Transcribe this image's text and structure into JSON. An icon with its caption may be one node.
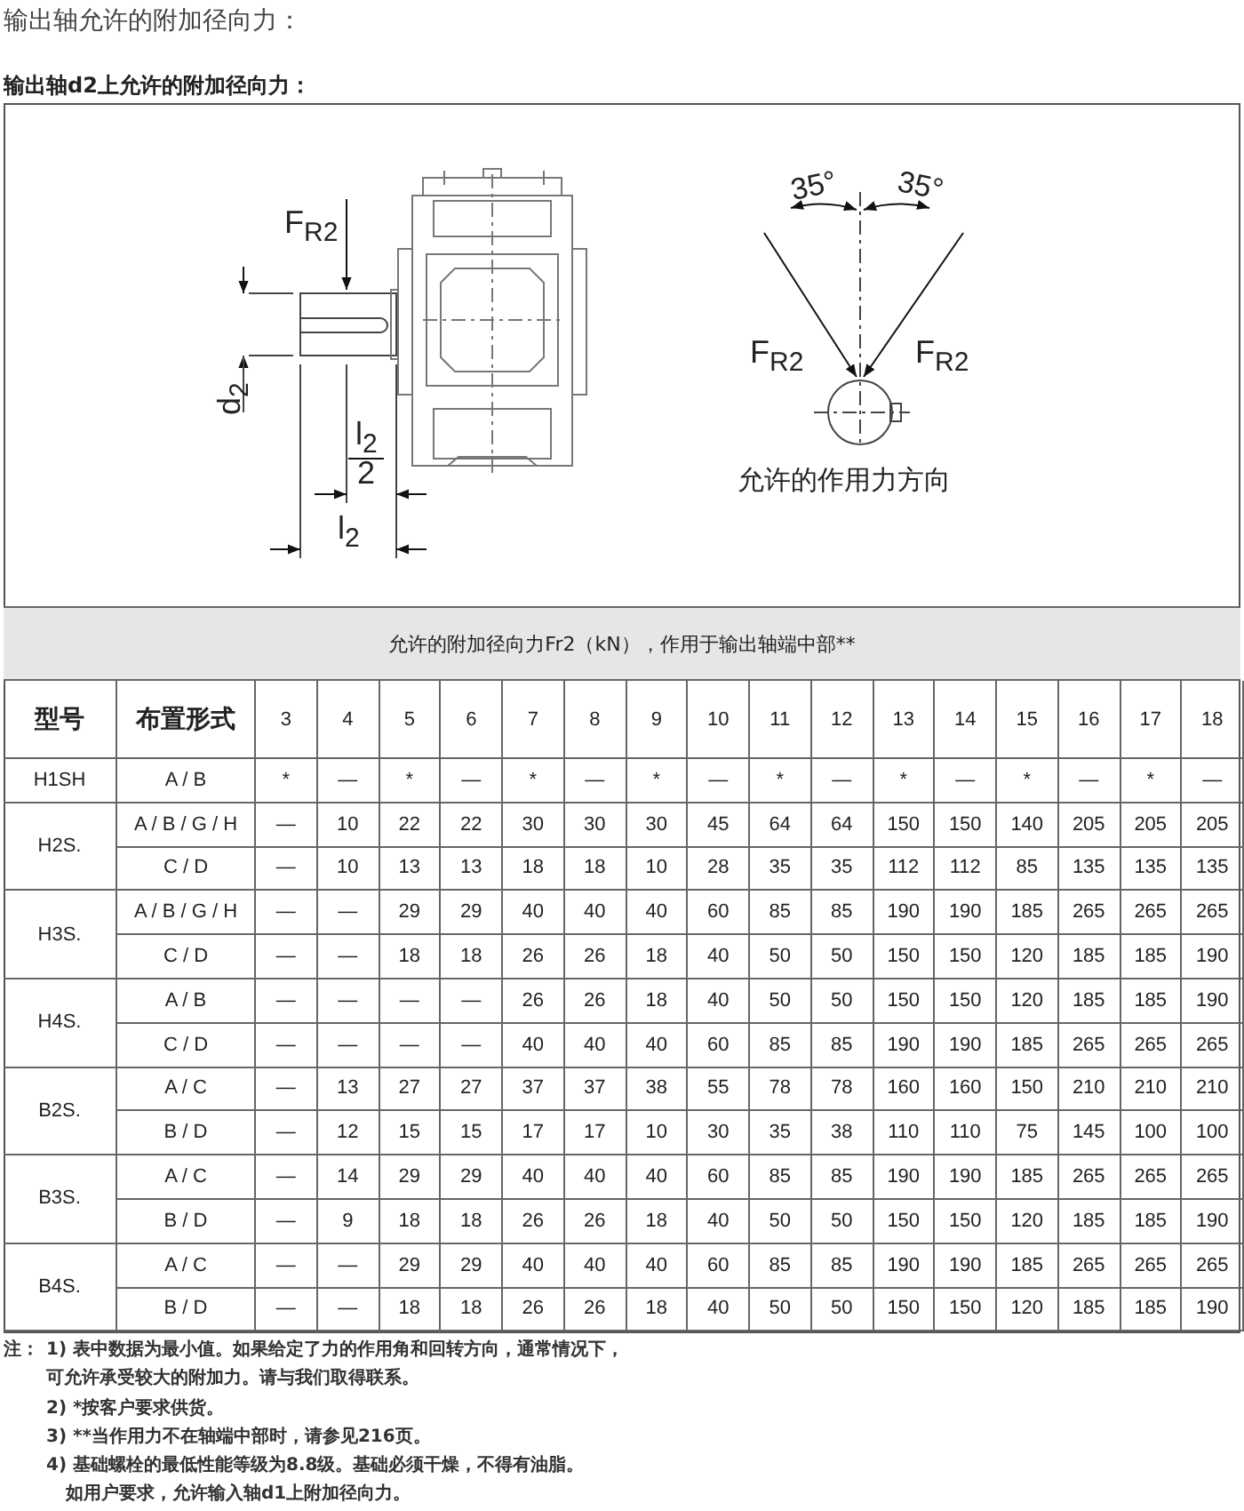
{
  "diagram": {
    "title": "输出轴允许的附加径向力：",
    "labels": [
      "输出轴d2上允许的附加径向力：",
      "F$_{R2}$",
      "d$_{2}$",
      "l$_{2}$",
      "2",
      "l$_{2}$",
      "35°",
      "35°",
      "F$_{R2}$",
      "F$_{R2}$",
      "允许的作用力方向",
      "允许的附加径向力Fr2（kN），作用于输出轴端中部**",
      "型号",
      "布置形式",
      "3",
      "4",
      "5",
      "6",
      "7",
      "8",
      "9",
      "10",
      "11",
      "12",
      "13",
      "14",
      "15",
      "16",
      "17",
      "18",
      "H1SH",
      "A / B",
      "*",
      "—",
      "*",
      "—",
      "*",
      "—",
      "*",
      "—",
      "*",
      "—",
      "*",
      "—",
      "*",
      "—",
      "*",
      "—",
      "H2S.",
      "A / B / G / H",
      "—",
      "10",
      "22",
      "22",
      "30",
      "30",
      "30",
      "45",
      "64",
      "64",
      "150",
      "150",
      "140",
      "205",
      "205",
      "205",
      "C / D",
      "—",
      "10",
      "13",
      "13",
      "18",
      "18",
      "10",
      "28",
      "35",
      "35",
      "112",
      "112",
      "85",
      "135",
      "135",
      "135",
      "H3S.",
      "A / B / G / H",
      "—",
      "—",
      "29",
      "29",
      "40",
      "40",
      "40",
      "60",
      "85",
      "85",
      "190",
      "190",
      "185",
      "265",
      "265",
      "265",
      "C / D",
      "—",
      "—",
      "18",
      "18",
      "26",
      "26",
      "18",
      "40",
      "50",
      "50",
      "150",
      "150",
      "120",
      "185",
      "185",
      "190",
      "H4S.",
      "A / B",
      "—",
      "—",
      "—",
      "—",
      "26",
      "26",
      "18",
      "40",
      "50",
      "50",
      "150",
      "150",
      "120",
      "185",
      "185",
      "190",
      "C / D",
      "—",
      "—",
      "—",
      "—",
      "40",
      "40",
      "40",
      "60",
      "85",
      "85",
      "190",
      "190",
      "185",
      "265",
      "265",
      "265",
      "B2S.",
      "A / C",
      "—",
      "13",
      "27",
      "27",
      "37",
      "37",
      "38",
      "55",
      "78",
      "78",
      "160",
      "160",
      "150",
      "210",
      "210",
      "210",
      "B / D",
      "—",
      "12",
      "15",
      "15",
      "17",
      "17",
      "10",
      "30",
      "35",
      "38",
      "110",
      "110",
      "75",
      "145",
      "100",
      "100",
      "B3S.",
      "A / C",
      "—",
      "14",
      "29",
      "29",
      "40",
      "40",
      "40",
      "60",
      "85",
      "85",
      "190",
      "190",
      "185",
      "265",
      "265",
      "265",
      "B / D",
      "—",
      "9",
      "18",
      "18",
      "26",
      "26",
      "18",
      "40",
      "50",
      "50",
      "150",
      "150",
      "120",
      "185",
      "185",
      "190",
      "B4S.",
      "A / C",
      "—",
      "—",
      "29",
      "29",
      "40",
      "40",
      "40",
      "60",
      "85",
      "85",
      "190",
      "190",
      "185",
      "265",
      "265",
      "265",
      "B / D",
      "—",
      "—",
      "18",
      "18",
      "26",
      "26",
      "18",
      "40",
      "50",
      "50",
      "150",
      "150",
      "120",
      "185",
      "185",
      "190",
      "注：",
      "1) 表中数据为最小值。如果给定了力的作用角和回转方向，通常情况下，可允许承受较大的附加力。请与我们取得联系。",
      "2) *按客户要求供货。",
      "3) **当作用力不在轴端中部时，请参见216页。",
      "4) 基础螺栓的最低性能等级为8.8级。基础必须干燥，不得有油脂。",
      "如用户要求，允许输入轴d1上附加径向力。"
    ]
  }
}
